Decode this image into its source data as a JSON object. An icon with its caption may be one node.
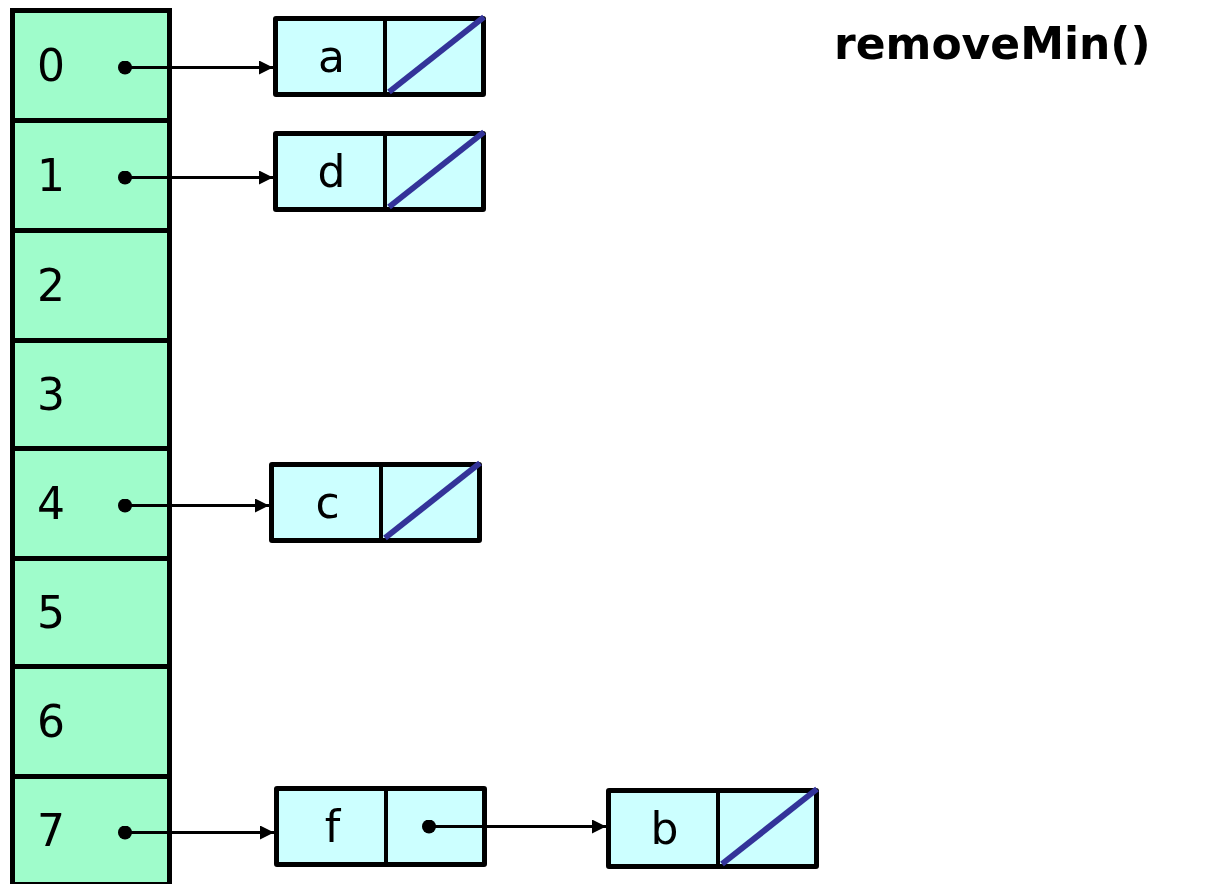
{
  "diagram": {
    "title": "removeMin()",
    "nodes": [
      {
        "text": [
          "0"
        ]
      },
      {
        "text": [
          "1"
        ]
      },
      {
        "text": [
          "2"
        ]
      },
      {
        "text": [
          "3"
        ]
      },
      {
        "text": [
          "4"
        ]
      },
      {
        "text": [
          "5"
        ]
      },
      {
        "text": [
          "6"
        ]
      },
      {
        "text": [
          "7"
        ]
      },
      {
        "text": [
          "a"
        ]
      },
      {
        "text": [
          "d"
        ]
      },
      {
        "text": [
          "c"
        ]
      },
      {
        "text": [
          "f"
        ]
      },
      {
        "text": [
          "b"
        ]
      }
    ],
    "edges": [
      {
        "from": 0,
        "to": 8,
        "arrow": "to"
      },
      {
        "from": 1,
        "to": 9,
        "arrow": "to"
      },
      {
        "from": 4,
        "to": 10,
        "arrow": "to"
      },
      {
        "from": 7,
        "to": 11,
        "arrow": "to"
      },
      {
        "from": 11,
        "to": 12,
        "arrow": "to"
      }
    ]
  }
}
